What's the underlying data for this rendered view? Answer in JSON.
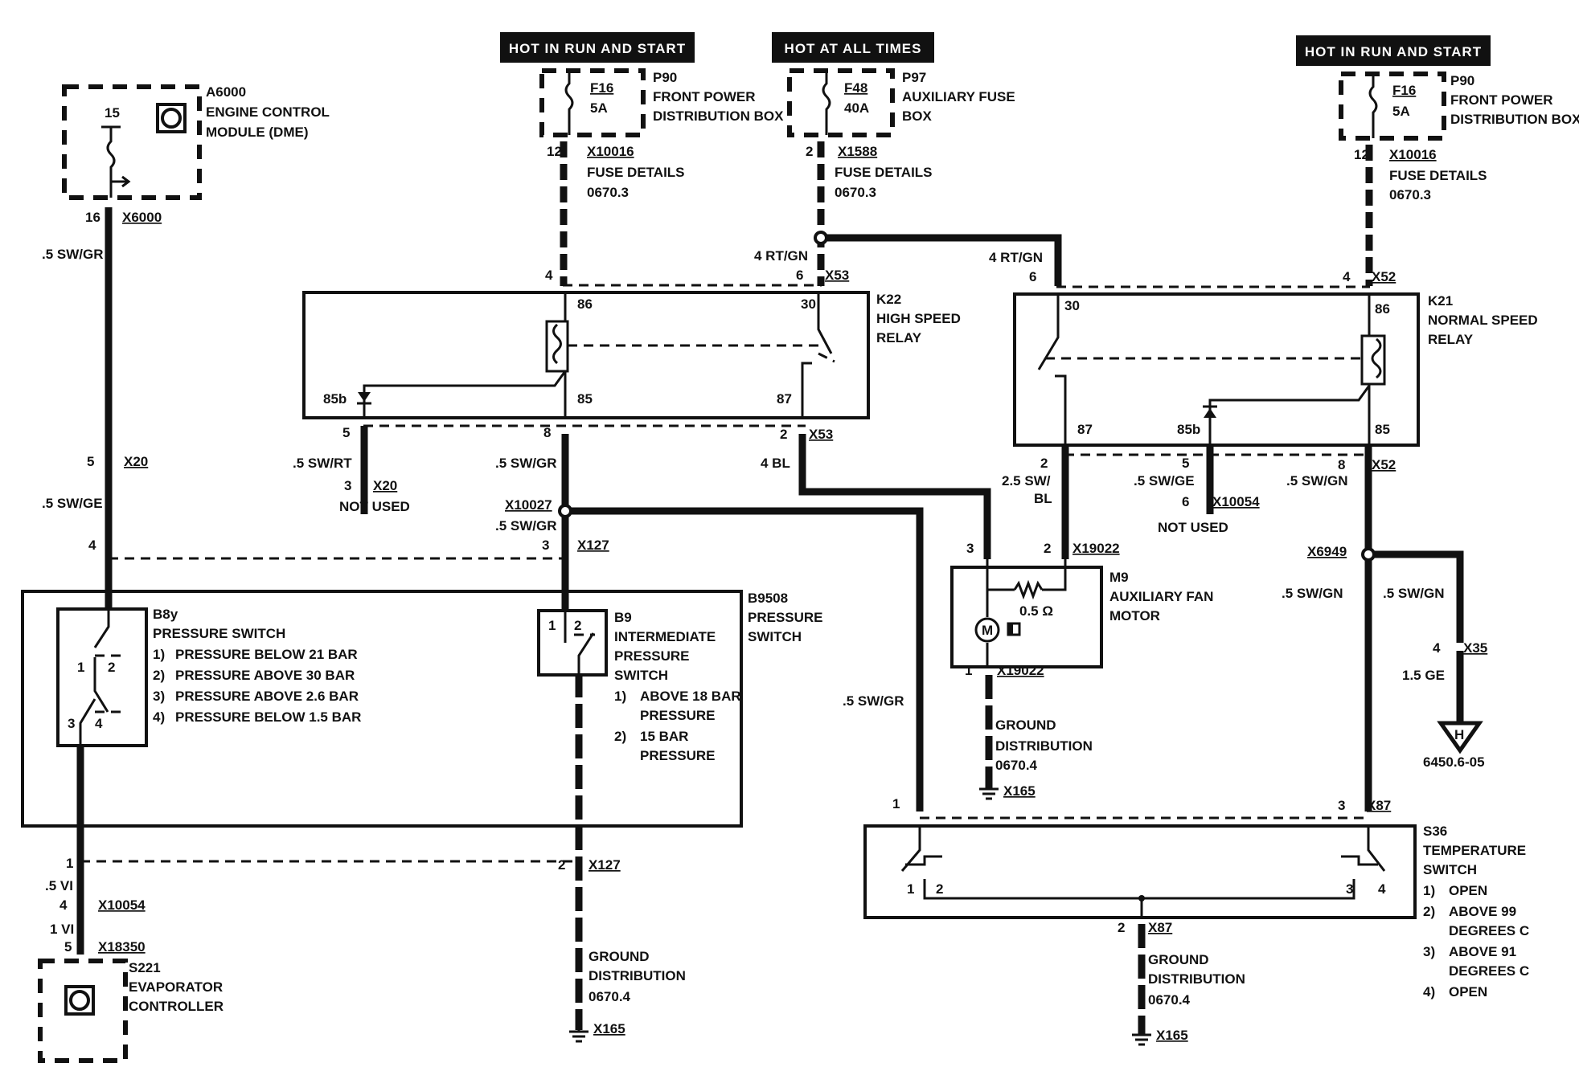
{
  "banners": {
    "hot_run_start_1": "HOT IN RUN AND START",
    "hot_all_times": "HOT AT ALL TIMES",
    "hot_run_start_2": "HOT IN RUN AND START"
  },
  "fuses": {
    "f16_left": {
      "id": "F16",
      "rating": "5A",
      "box_id": "P90",
      "box_name_1": "FRONT POWER",
      "box_name_2": "DISTRIBUTION BOX",
      "pin": "12",
      "connector": "X10016",
      "detail_1": "FUSE DETAILS",
      "detail_2": "0670.3"
    },
    "f48": {
      "id": "F48",
      "rating": "40A",
      "box_id": "P97",
      "box_name_1": "AUXILIARY FUSE",
      "box_name_2": "BOX",
      "pin": "2",
      "connector": "X1588",
      "detail_1": "FUSE DETAILS",
      "detail_2": "0670.3"
    },
    "f16_right": {
      "id": "F16",
      "rating": "5A",
      "box_id": "P90",
      "box_name_1": "FRONT POWER",
      "box_name_2": "DISTRIBUTION BOX",
      "pin": "12",
      "connector": "X10016",
      "detail_1": "FUSE DETAILS",
      "detail_2": "0670.3"
    }
  },
  "ecm": {
    "id": "A6000",
    "name_1": "ENGINE CONTROL",
    "name_2": "MODULE (DME)",
    "pin_top": "15",
    "pin": "16",
    "connector": "X6000"
  },
  "wires": {
    "sw_gr_1": ".5 SW/GR",
    "sw_ge_1": ".5 SW/GE",
    "sw_rt": ".5 SW/RT",
    "sw_gr_2": ".5 SW/GR",
    "sw_gr_3": ".5 SW/GR",
    "sw_gr_4": ".5 SW/GR",
    "rt_gn_1": "4 RT/GN",
    "rt_gn_2": "4 RT/GN",
    "bl_4": "4 BL",
    "sw_bl_1": "2.5 SW/",
    "sw_bl_2": "BL",
    "sw_ge_2": ".5 SW/GE",
    "sw_gn_1": ".5 SW/GN",
    "sw_gn_2": ".5 SW/GN",
    "sw_gn_3": ".5 SW/GN",
    "ge_15": "1.5 GE",
    "vi_5": ".5 VI",
    "vi_1": "1 VI"
  },
  "k22": {
    "id": "K22",
    "name_1": "HIGH SPEED",
    "name_2": "RELAY",
    "p86": "86",
    "p30": "30",
    "p85b": "85b",
    "p85": "85",
    "p87": "87"
  },
  "k21": {
    "id": "K21",
    "name_1": "NORMAL SPEED",
    "name_2": "RELAY",
    "p30": "30",
    "p86": "86",
    "p87": "87",
    "p85b": "85b",
    "p85": "85"
  },
  "connectors": {
    "x53_top": "X53",
    "x53_pin4": "4",
    "x53_pin6": "6",
    "x52_top": "X52",
    "x52_pin6": "6",
    "x52_pin4": "4",
    "x53_bot": "X53",
    "x53_pin5": "5",
    "x53_pin8": "8",
    "x53_pin2": "2",
    "x20_pin5": "5",
    "x20_a": "X20",
    "x20_pin3": "3",
    "x20_b": "X20",
    "not_used_1": "NOT USED",
    "x10027": "X10027",
    "x127_top": "X127",
    "x127_pin4": "4",
    "x127_pin3": "3",
    "x52_bot": "X52",
    "x52_pin2": "2",
    "x52_pin5": "5",
    "x52_pin8": "8",
    "x10054_pin6": "6",
    "x10054_a": "X10054",
    "not_used_2": "NOT USED",
    "x19022_top": "X19022",
    "x19022_pin3": "3",
    "x19022_pin2": "2",
    "x6949": "X6949",
    "x35": "X35",
    "x35_pin": "4",
    "x19022_bot": "X19022",
    "x19022_pin1": "1",
    "x87_top": "X87",
    "x87_pin1": "1",
    "x87_pin3": "3",
    "x127_bot": "X127",
    "x127_pin1": "1",
    "x127_pin2": "2",
    "x10054_b": "X10054",
    "x10054_pin4": "4",
    "x18350": "X18350",
    "x18350_pin5": "5",
    "x87_bot": "X87",
    "x87_pin2": "2"
  },
  "ground_ref": "6450.6-05",
  "b9508": {
    "id": "B9508",
    "name_1": "PRESSURE",
    "name_2": "SWITCH"
  },
  "b8y": {
    "id": "B8y",
    "name": "PRESSURE SWITCH",
    "p1": "1",
    "p2": "2",
    "p3": "3",
    "p4": "4",
    "notes": [
      {
        "n": "1)",
        "t": "PRESSURE BELOW 21 BAR"
      },
      {
        "n": "2)",
        "t": "PRESSURE ABOVE 30 BAR"
      },
      {
        "n": "3)",
        "t": "PRESSURE ABOVE 2.6 BAR"
      },
      {
        "n": "4)",
        "t": "PRESSURE BELOW 1.5 BAR"
      }
    ]
  },
  "b9": {
    "id": "B9",
    "name_1": "INTERMEDIATE",
    "name_2": "PRESSURE",
    "name_3": "SWITCH",
    "p1": "1",
    "p2": "2",
    "notes": [
      {
        "n": "1)",
        "t1": "ABOVE 18 BAR",
        "t2": "PRESSURE"
      },
      {
        "n": "2)",
        "t1": "15 BAR",
        "t2": "PRESSURE"
      }
    ]
  },
  "m9": {
    "id": "M9",
    "name_1": "AUXILIARY FAN",
    "name_2": "MOTOR",
    "resistance": "0.5 Ω"
  },
  "s36": {
    "id": "S36",
    "name_1": "TEMPERATURE",
    "name_2": "SWITCH",
    "p1": "1",
    "p2": "2",
    "p3": "3",
    "p4": "4",
    "notes": [
      {
        "n": "1)",
        "t1": "OPEN",
        "t2": ""
      },
      {
        "n": "2)",
        "t1": "ABOVE 99",
        "t2": "DEGREES C"
      },
      {
        "n": "3)",
        "t1": "ABOVE 91",
        "t2": "DEGREES C"
      },
      {
        "n": "4)",
        "t1": "OPEN",
        "t2": ""
      }
    ]
  },
  "s221": {
    "id": "S221",
    "name_1": "EVAPORATOR",
    "name_2": "CONTROLLER"
  },
  "grounds": {
    "g1": {
      "l1": "GROUND",
      "l2": "DISTRIBUTION",
      "l3": "0670.4",
      "conn": "X165"
    },
    "g2": {
      "l1": "GROUND",
      "l2": "DISTRIBUTION",
      "l3": "0670.4",
      "conn": "X165"
    },
    "g3": {
      "l1": "GROUND",
      "l2": "DISTRIBUTION",
      "l3": "0670.4",
      "conn": "X165"
    }
  }
}
